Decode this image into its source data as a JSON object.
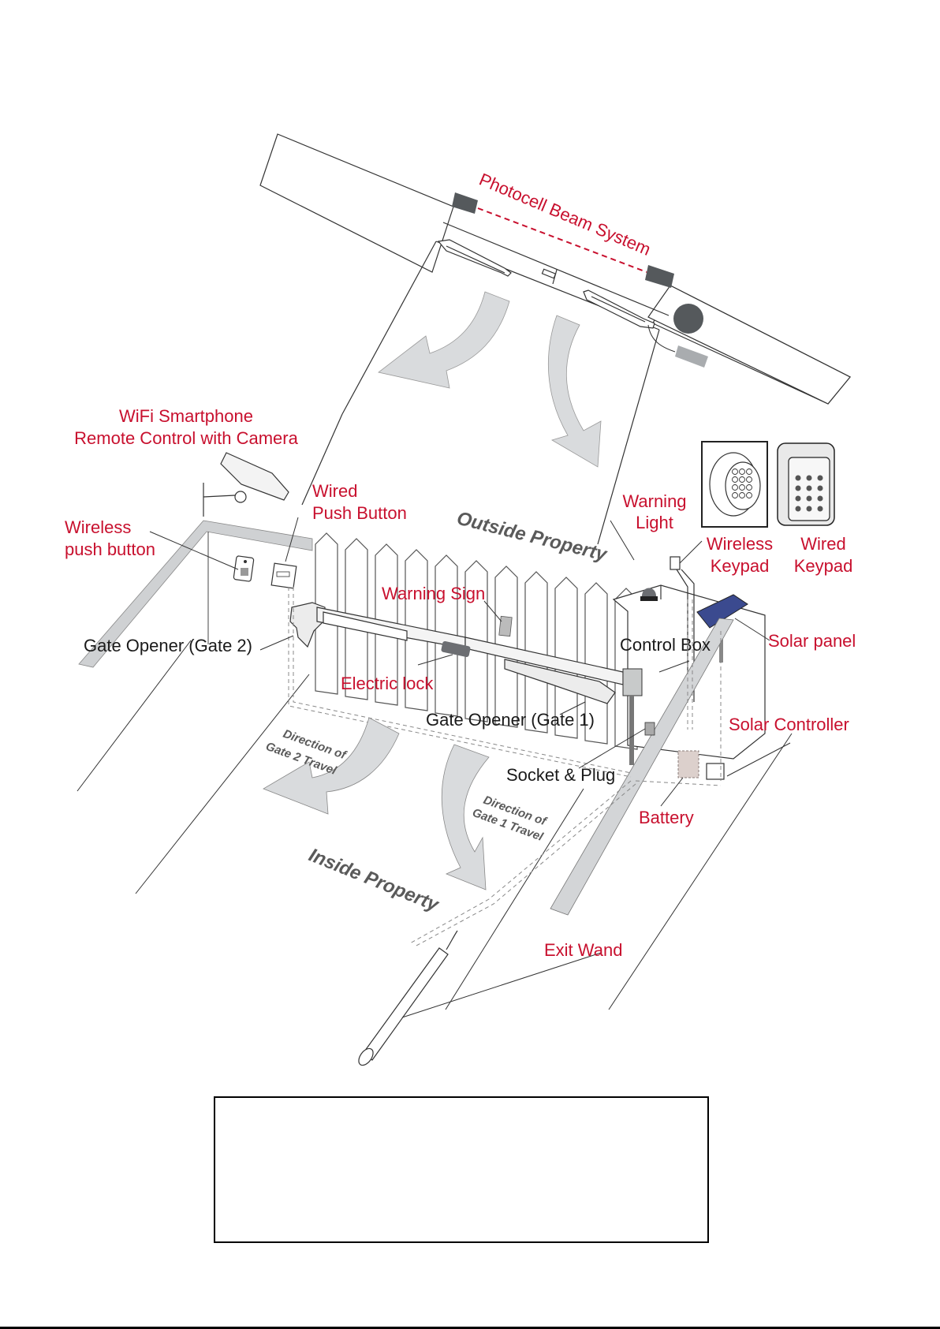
{
  "diagram": {
    "title": "Dual swing gate opener installation layout",
    "zones": {
      "outside": "Outside Property",
      "inside": "Inside Property"
    },
    "travel": {
      "gate2_line1": "Direction of",
      "gate2_line2": "Gate 2 Travel",
      "gate1_line1": "Direction of",
      "gate1_line2": "Gate 1 Travel"
    },
    "labels": {
      "photocell": "Photocell Beam System",
      "wifi_line1": "WiFi Smartphone",
      "wifi_line2": "Remote Control with Camera",
      "wired_push_line1": "Wired",
      "wired_push_line2": "Push Button",
      "wireless_push_line1": "Wireless",
      "wireless_push_line2": "push button",
      "warning_light_line1": "Warning",
      "warning_light_line2": "Light",
      "wireless_keypad_line1": "Wireless",
      "wireless_keypad_line2": "Keypad",
      "wired_keypad_line1": "Wired",
      "wired_keypad_line2": "Keypad",
      "warning_sign": "Warning Sign",
      "gate_opener_2": "Gate Opener (Gate 2)",
      "electric_lock": "Electric lock",
      "control_box": "Control Box",
      "solar_panel": "Solar panel",
      "gate_opener_1": "Gate Opener (Gate 1)",
      "solar_controller": "Solar Controller",
      "socket_plug": "Socket & Plug",
      "battery": "Battery",
      "exit_wand": "Exit Wand"
    },
    "caption_box": ""
  },
  "colors": {
    "label_red": "#c8102e",
    "label_black": "#1a1a1a",
    "arrow_fill": "#d9dbdd",
    "device_dark": "#55595c"
  }
}
